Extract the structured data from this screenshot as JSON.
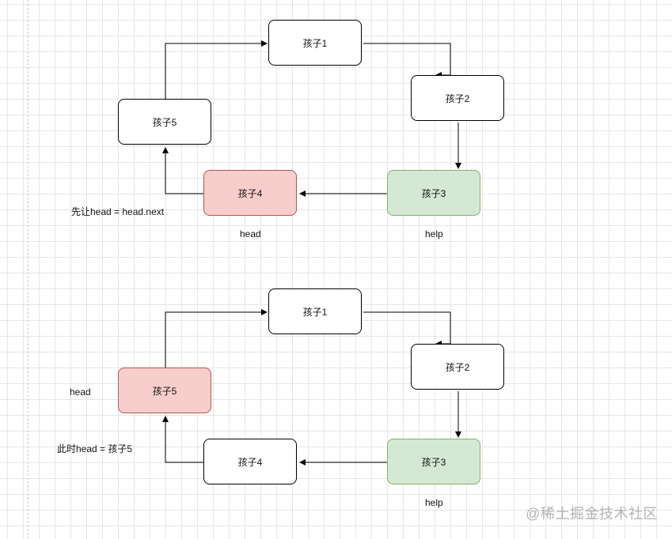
{
  "top_diagram": {
    "nodes": [
      {
        "label": "孩子1"
      },
      {
        "label": "孩子2"
      },
      {
        "label": "孩子3",
        "color": "#d5e8d4"
      },
      {
        "label": "孩子4",
        "color": "#f8cecc"
      },
      {
        "label": "孩子5"
      }
    ],
    "annotations": {
      "step": "先让head = head.next",
      "head": "head",
      "help": "help"
    }
  },
  "bottom_diagram": {
    "nodes": [
      {
        "label": "孩子1"
      },
      {
        "label": "孩子2"
      },
      {
        "label": "孩子3",
        "color": "#d5e8d4"
      },
      {
        "label": "孩子4"
      },
      {
        "label": "孩子5",
        "color": "#f8cecc"
      }
    ],
    "annotations": {
      "head": "head",
      "step": "此时head = 孩子5",
      "help": "help"
    }
  },
  "watermark": "@稀土掘金技术社区"
}
